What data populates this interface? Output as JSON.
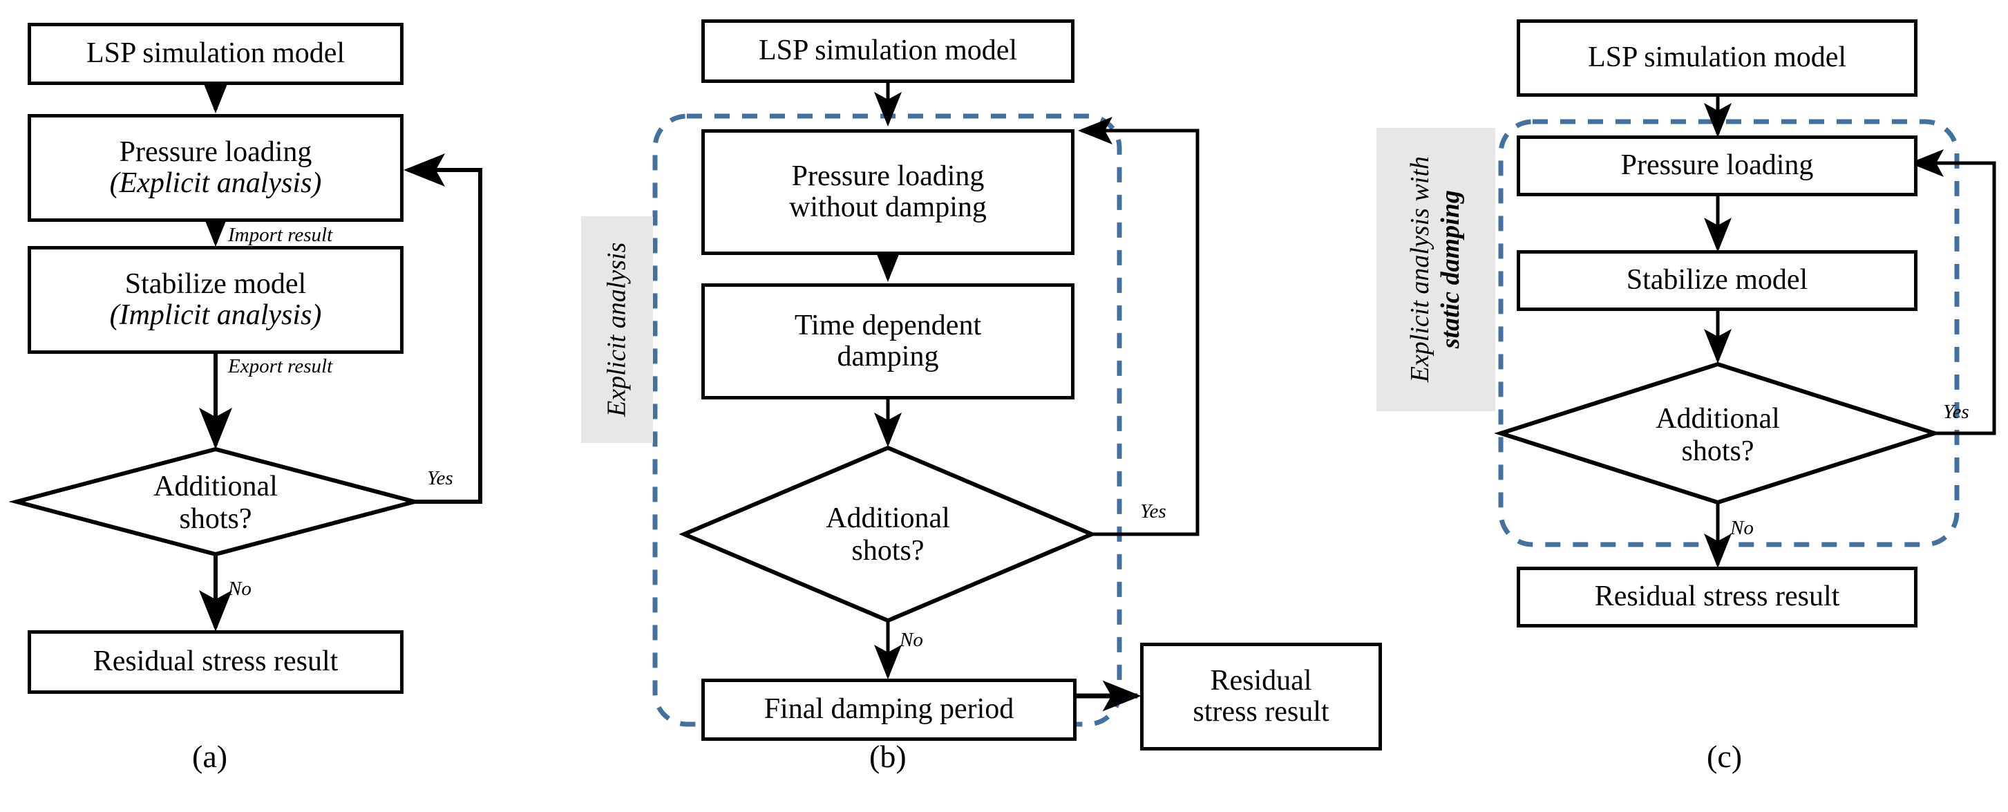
{
  "figure": {
    "type": "flowchart",
    "description": "Three-panel comparison of LSP (laser shock peening) simulation workflows",
    "colors": {
      "box_border": "#000000",
      "box_fill": "#ffffff",
      "arrow": "#000000",
      "dashed_group": "#43719f",
      "group_label_background": "#e7e7e7",
      "text": "#000000"
    }
  },
  "panels": [
    {
      "id": "a",
      "caption": "(a)",
      "group_label": null,
      "nodes": [
        {
          "id": "a-lsp",
          "kind": "process",
          "lines": [
            "LSP simulation model"
          ]
        },
        {
          "id": "a-pressure",
          "kind": "process",
          "lines": [
            "Pressure loading",
            "(Explicit analysis)"
          ],
          "italic_lines": [
            1
          ]
        },
        {
          "id": "a-stabilize",
          "kind": "process",
          "lines": [
            "Stabilize model",
            "(Implicit analysis)"
          ],
          "italic_lines": [
            1
          ]
        },
        {
          "id": "a-decision",
          "kind": "decision",
          "lines": [
            "Additional",
            "shots?"
          ]
        },
        {
          "id": "a-result",
          "kind": "process",
          "lines": [
            "Residual stress result"
          ]
        }
      ],
      "edges": [
        {
          "from": "a-lsp",
          "to": "a-pressure",
          "label": ""
        },
        {
          "from": "a-pressure",
          "to": "a-stabilize",
          "label": "Import result"
        },
        {
          "from": "a-stabilize",
          "to": "a-decision",
          "label": "Export result"
        },
        {
          "from": "a-decision",
          "to": "a-pressure",
          "label": "Yes"
        },
        {
          "from": "a-decision",
          "to": "a-result",
          "label": "No"
        }
      ]
    },
    {
      "id": "b",
      "caption": "(b)",
      "group_label": {
        "text": "Explicit analysis",
        "bold_part": ""
      },
      "nodes": [
        {
          "id": "b-lsp",
          "kind": "process",
          "lines": [
            "LSP simulation model"
          ]
        },
        {
          "id": "b-pressure",
          "kind": "process",
          "lines": [
            "Pressure loading",
            "without damping"
          ]
        },
        {
          "id": "b-damping",
          "kind": "process",
          "lines": [
            "Time dependent",
            "damping"
          ]
        },
        {
          "id": "b-decision",
          "kind": "decision",
          "lines": [
            "Additional",
            "shots?"
          ]
        },
        {
          "id": "b-final",
          "kind": "process",
          "lines": [
            "Final damping period"
          ]
        },
        {
          "id": "b-result",
          "kind": "process",
          "lines": [
            "Residual",
            "stress result"
          ]
        }
      ],
      "edges": [
        {
          "from": "b-lsp",
          "to": "b-pressure",
          "label": ""
        },
        {
          "from": "b-pressure",
          "to": "b-damping",
          "label": ""
        },
        {
          "from": "b-damping",
          "to": "b-decision",
          "label": ""
        },
        {
          "from": "b-decision",
          "to": "b-pressure",
          "label": "Yes"
        },
        {
          "from": "b-decision",
          "to": "b-final",
          "label": "No"
        },
        {
          "from": "b-final",
          "to": "b-result",
          "label": ""
        }
      ]
    },
    {
      "id": "c",
      "caption": "(c)",
      "group_label": {
        "text": "Explicit analysis with",
        "bold_part": "static damping"
      },
      "nodes": [
        {
          "id": "c-lsp",
          "kind": "process",
          "lines": [
            "LSP simulation model"
          ]
        },
        {
          "id": "c-pressure",
          "kind": "process",
          "lines": [
            "Pressure loading"
          ]
        },
        {
          "id": "c-stabilize",
          "kind": "process",
          "lines": [
            "Stabilize model"
          ]
        },
        {
          "id": "c-decision",
          "kind": "decision",
          "lines": [
            "Additional",
            "shots?"
          ]
        },
        {
          "id": "c-result",
          "kind": "process",
          "lines": [
            "Residual stress result"
          ]
        }
      ],
      "edges": [
        {
          "from": "c-lsp",
          "to": "c-pressure",
          "label": ""
        },
        {
          "from": "c-pressure",
          "to": "c-stabilize",
          "label": ""
        },
        {
          "from": "c-stabilize",
          "to": "c-decision",
          "label": ""
        },
        {
          "from": "c-decision",
          "to": "c-pressure",
          "label": "Yes"
        },
        {
          "from": "c-decision",
          "to": "c-result",
          "label": "No"
        }
      ]
    }
  ],
  "text": {
    "lsp_simulation_model": "LSP simulation model",
    "pressure_loading": "Pressure loading",
    "explicit_analysis_paren": "(Explicit analysis)",
    "stabilize_model": "Stabilize model",
    "implicit_analysis_paren": "(Implicit analysis)",
    "additional": "Additional",
    "shots_q": "shots?",
    "residual_stress_result": "Residual stress result",
    "residual": "Residual",
    "stress_result": "stress result",
    "pressure_loading_l1": "Pressure loading",
    "without_damping": "without damping",
    "time_dependent": "Time dependent",
    "damping": "damping",
    "final_damping_period": "Final damping period",
    "import_result": "Import result",
    "export_result": "Export result",
    "yes": "Yes",
    "no": "No",
    "group_b": "Explicit analysis",
    "group_c_line1": "Explicit analysis with",
    "group_c_line2": "static damping",
    "caption_a": "(a)",
    "caption_b": "(b)",
    "caption_c": "(c)"
  }
}
